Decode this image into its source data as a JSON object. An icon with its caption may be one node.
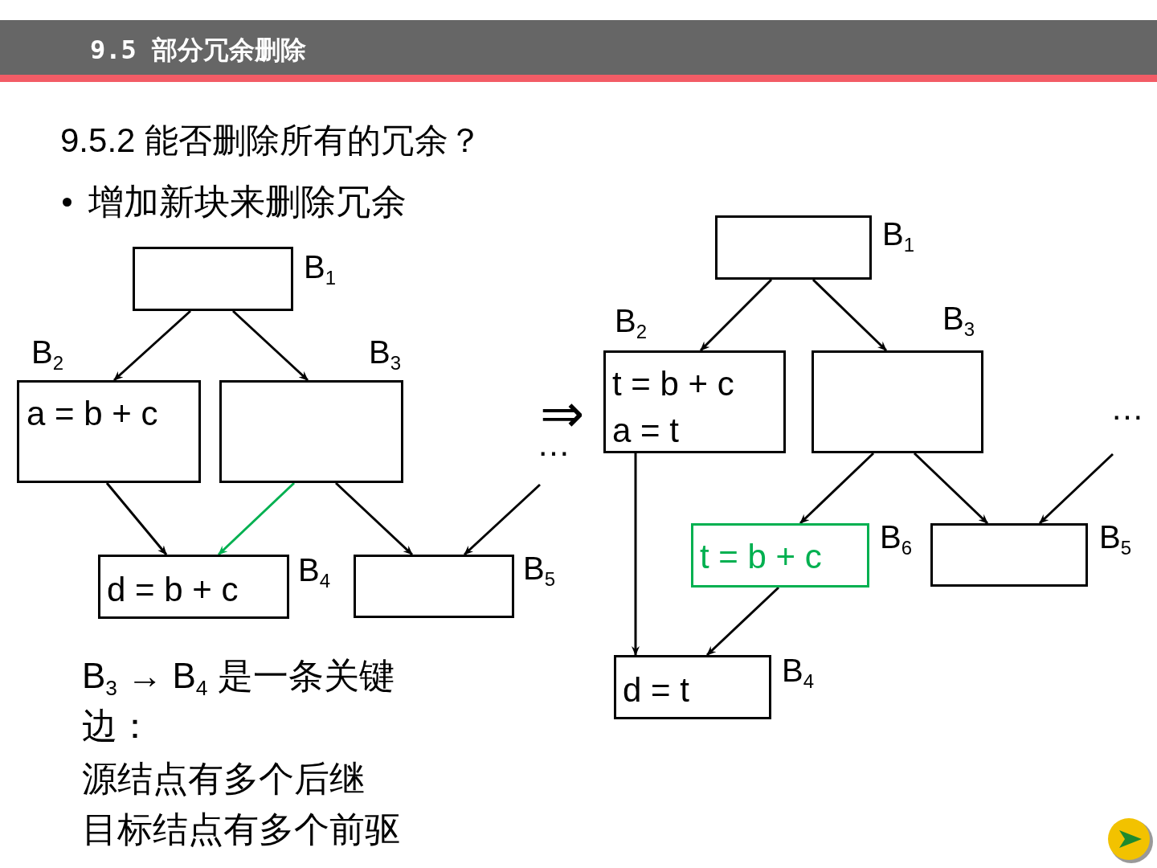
{
  "diagram": {
    "title": "9.5 部分冗余删除",
    "nodes": [
      {
        "text": [],
        "shape": "box",
        "beside": [
          "B$_{1}$"
        ]
      },
      {
        "text": [
          "a = b + c"
        ],
        "beside": [
          "B$_{2}$"
        ]
      },
      {
        "text": [],
        "shape": "box",
        "beside": [
          "B$_{3}$"
        ]
      },
      {
        "text": [
          "d = b + c"
        ],
        "beside": [
          "B$_{4}$"
        ]
      },
      {
        "text": [],
        "shape": "box",
        "beside": [
          "B$_{5}$"
        ]
      },
      {
        "text": [
          "…"
        ]
      },
      {
        "text": [],
        "shape": "box",
        "beside": [
          "B$_{1}$"
        ]
      },
      {
        "text": [
          "t = b + c",
          "a = t"
        ],
        "beside": [
          "B$_{2}$"
        ]
      },
      {
        "text": [],
        "shape": "box",
        "beside": [
          "B$_{3}$"
        ]
      },
      {
        "text": [
          "t = b + c"
        ],
        "beside": [
          "B$_{6}$"
        ]
      },
      {
        "text": [],
        "shape": "box",
        "beside": [
          "B$_{5}$"
        ]
      },
      {
        "text": [
          "d = t"
        ],
        "beside": [
          "B$_{4}$"
        ]
      },
      {
        "text": [
          "…"
        ]
      }
    ],
    "edges": [
      {
        "from": 0,
        "to": 1,
        "arrow": "to"
      },
      {
        "from": 0,
        "to": 2,
        "arrow": "to"
      },
      {
        "from": 1,
        "to": 3,
        "arrow": "to"
      },
      {
        "from": 2,
        "to": 3,
        "arrow": "to",
        "color": "#00b050"
      },
      {
        "from": 2,
        "to": 4,
        "arrow": "to"
      },
      {
        "from": 5,
        "to": 4,
        "arrow": "to"
      },
      {
        "from": 6,
        "to": 7,
        "arrow": "to"
      },
      {
        "from": 6,
        "to": 8,
        "arrow": "to"
      },
      {
        "from": 7,
        "to": 11,
        "arrow": "to"
      },
      {
        "from": 8,
        "to": 9,
        "arrow": "to"
      },
      {
        "from": 8,
        "to": 10,
        "arrow": "to"
      },
      {
        "from": 12,
        "to": 10,
        "arrow": "to"
      },
      {
        "from": 9,
        "to": 11,
        "arrow": "to"
      }
    ],
    "labels": [
      "9.5.2 能否删除所有的冗余？",
      "增加新块来删除冗余",
      "⇒",
      "B$_{3}$ → B$_{4}$ 是一条关键边：",
      "源结点有多个后继",
      "目标结点有多个前驱"
    ]
  }
}
